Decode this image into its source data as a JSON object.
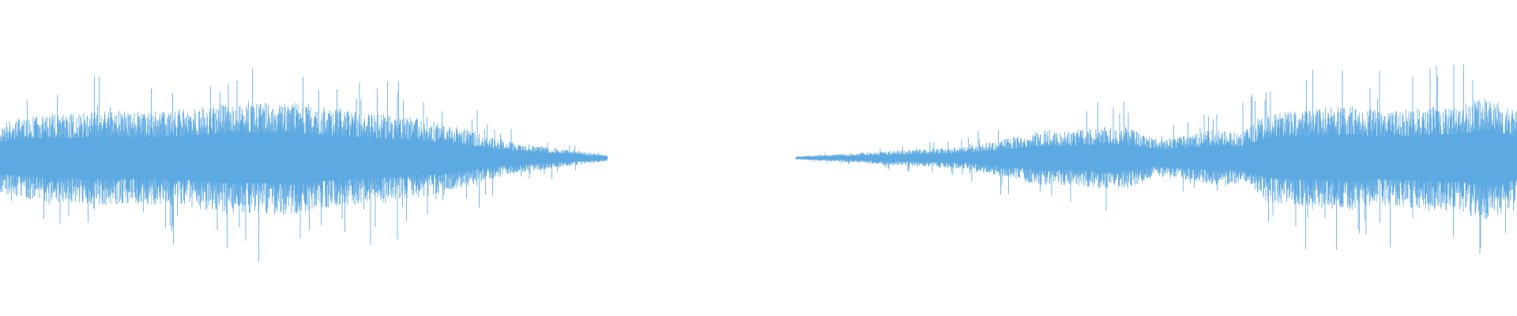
{
  "waveform": {
    "color": "#5DA9E2",
    "background": "#FFFFFF",
    "amplitude_scale": 1.0,
    "segments": [
      {
        "name": "segment-1",
        "start_fraction": 0.0,
        "end_fraction": 0.4,
        "envelope": [
          0.22,
          0.26,
          0.28,
          0.28,
          0.3,
          0.3,
          0.29,
          0.3,
          0.31,
          0.34,
          0.36,
          0.35,
          0.36,
          0.35,
          0.32,
          0.3,
          0.28,
          0.27,
          0.25,
          0.22,
          0.18,
          0.14,
          0.1,
          0.08,
          0.06,
          0.04,
          0.02
        ]
      },
      {
        "name": "segment-2",
        "start_fraction": 0.525,
        "end_fraction": 1.0,
        "envelope": [
          0.01,
          0.02,
          0.03,
          0.04,
          0.05,
          0.06,
          0.07,
          0.1,
          0.14,
          0.18,
          0.17,
          0.2,
          0.19,
          0.12,
          0.14,
          0.18,
          0.16,
          0.28,
          0.3,
          0.32,
          0.33,
          0.3,
          0.31,
          0.33,
          0.34,
          0.4,
          0.3
        ]
      }
    ]
  }
}
